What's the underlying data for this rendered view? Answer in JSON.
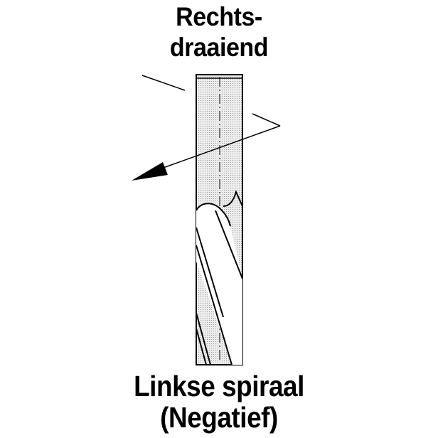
{
  "top_label": {
    "line1": "Rechts-",
    "line2": "draaiend"
  },
  "bottom_label": {
    "line1": "Linkse spiraal",
    "line2": "(Negatief)"
  },
  "colors": {
    "ink": "#000000",
    "shank_fill": "#e4e4e4",
    "background": "#ffffff"
  },
  "icons": {
    "rotation_arrow": "arrow-icon",
    "tool": "end-mill-icon"
  }
}
